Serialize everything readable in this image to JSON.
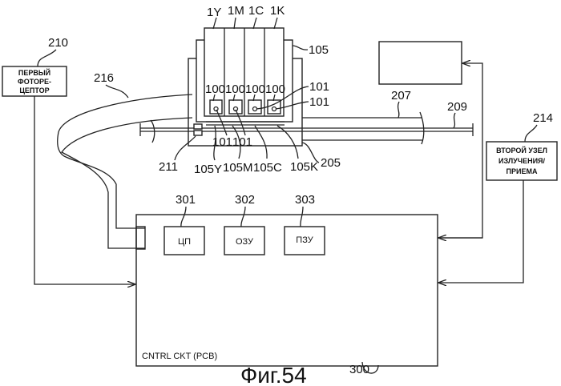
{
  "figure": {
    "caption": "Фиг.54"
  },
  "cartridges": [
    "1Y",
    "1M",
    "1C",
    "1K"
  ],
  "carriage_label": "105",
  "chip_labels": [
    "100",
    "100",
    "100",
    "100"
  ],
  "terminal_labels_right": [
    "101",
    "101"
  ],
  "terminal_labels_bottom": [
    "101",
    "101"
  ],
  "holder_labels": [
    "105Y",
    "105M",
    "105C",
    "105K"
  ],
  "refs": {
    "sensor_211": "211",
    "carriage_205": "205",
    "rail_207": "207",
    "shaft_209": "209",
    "cable_216": "216"
  },
  "first_photoreceptor": {
    "ref": "210",
    "lines": [
      "ПЕРВЫЙ",
      "ФОТОРЕ-",
      "ЦЕПТОР"
    ]
  },
  "second_unit": {
    "ref": "214",
    "lines": [
      "ВТОРОЙ УЗЕЛ",
      "ИЗЛУЧЕНИЯ/",
      "ПРИЕМА"
    ]
  },
  "control": {
    "ref": "300",
    "label": "CNTRL  CKT (PCB)",
    "blocks": [
      {
        "ref": "301",
        "label": "ЦП"
      },
      {
        "ref": "302",
        "label": "ОЗУ"
      },
      {
        "ref": "303",
        "label": "ПЗУ"
      }
    ]
  }
}
